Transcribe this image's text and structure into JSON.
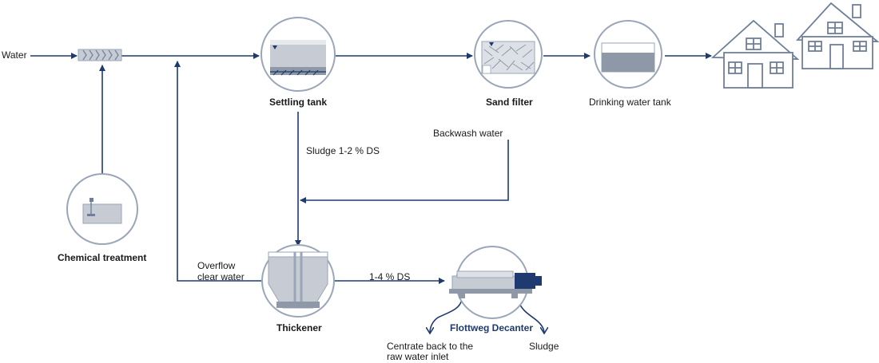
{
  "labels": {
    "water_in": "Water",
    "settling_tank": "Settling tank",
    "sand_filter": "Sand filter",
    "drinking_water_tank": "Drinking water tank",
    "backwash_water": "Backwash water",
    "sludge_ds": "Sludge 1-2 % DS",
    "chemical_treatment": "Chemical treatment",
    "overflow_line1": "Overflow",
    "overflow_line2": "clear water",
    "thickener": "Thickener",
    "ds_1_4": "1-4 % DS",
    "decanter": "Flottweg Decanter",
    "centrate_line1": "Centrate back to the",
    "centrate_line2": "raw water inlet",
    "sludge_out": "Sludge"
  },
  "colors": {
    "line": "#1f3a6e",
    "circle_stroke": "#9aa6b8",
    "fill_gray": "#c7ccd4",
    "fill_dark": "#8f98a6",
    "house_stroke": "#6f7f99",
    "brand": "#1f3a6e"
  },
  "icons": [
    "mixer-icon",
    "settling-tank-icon",
    "sand-filter-icon",
    "water-tank-icon",
    "house-icon",
    "chemical-tank-icon",
    "thickener-icon",
    "decanter-icon"
  ]
}
